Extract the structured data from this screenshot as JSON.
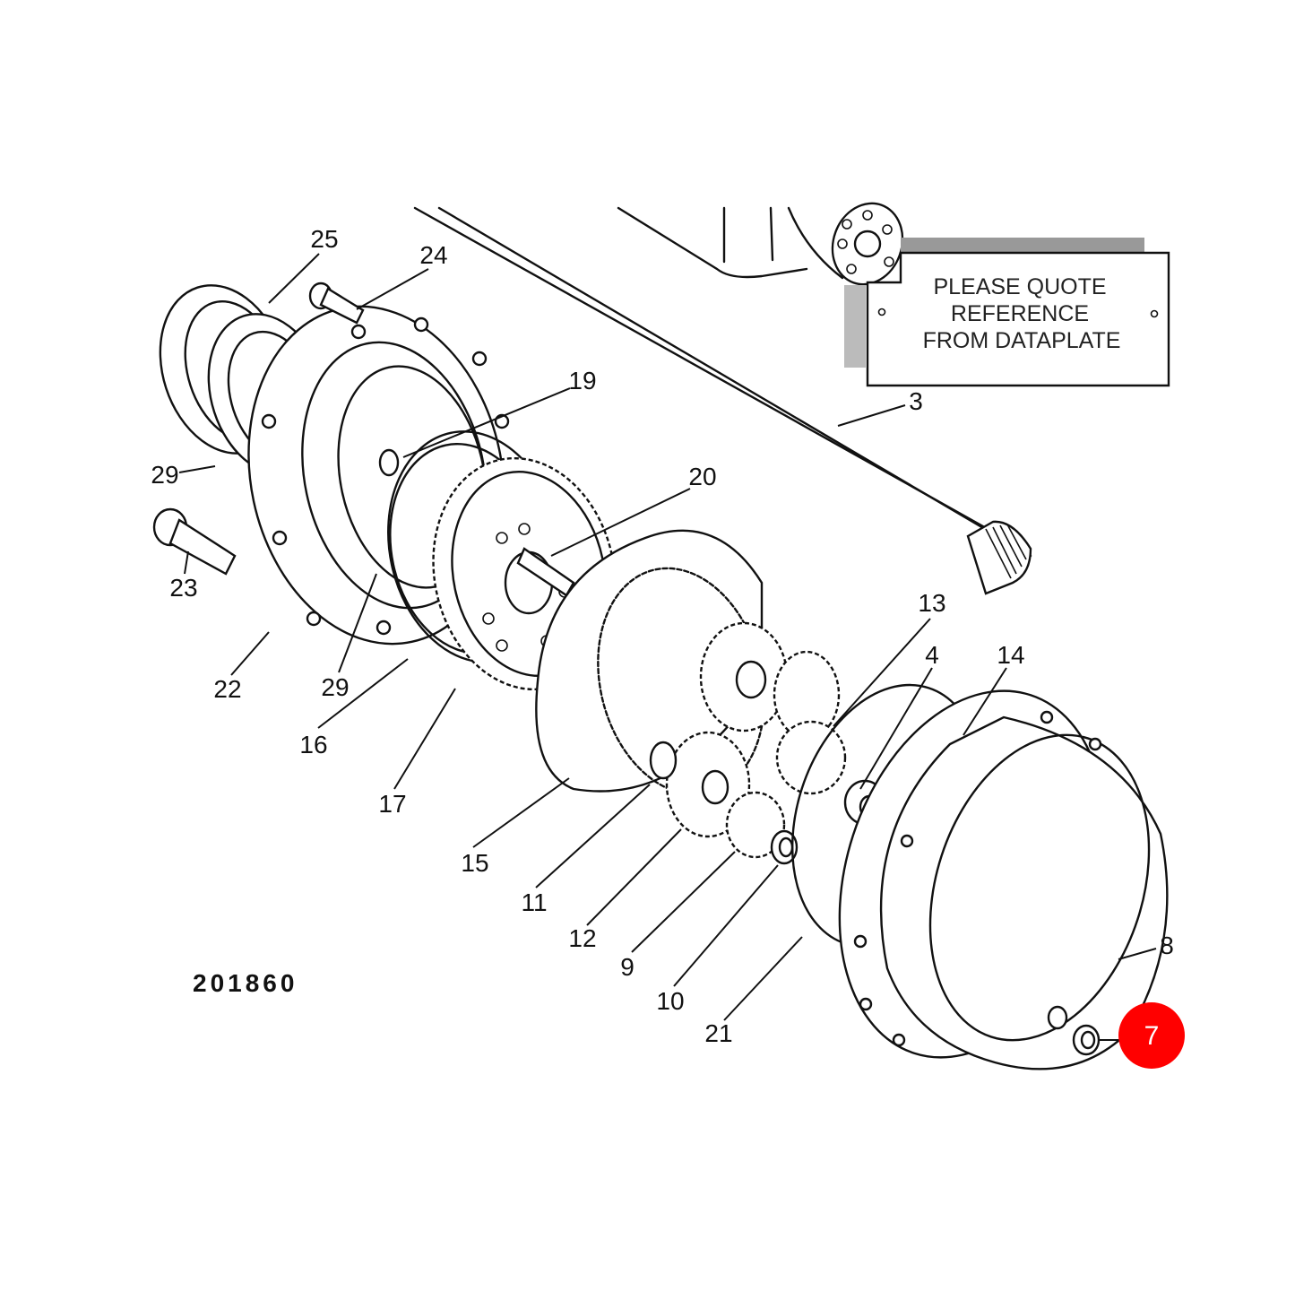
{
  "dataplate": {
    "line1": "PLEASE QUOTE",
    "line2": "REFERENCE",
    "line3": "FROM DATAPLATE"
  },
  "drawing_number": "201860",
  "highlight": {
    "label": "7",
    "color": "#ff0000"
  },
  "callouts": {
    "c25": "25",
    "c24": "24",
    "c19": "19",
    "c3": "3",
    "c29a": "29",
    "c23": "23",
    "c20": "20",
    "c22": "22",
    "c29b": "29",
    "c16": "16",
    "c17": "17",
    "c13": "13",
    "c4": "4",
    "c14": "14",
    "c15": "15",
    "c11": "11",
    "c12": "12",
    "c9": "9",
    "c10": "10",
    "c21": "21",
    "c8": "8"
  }
}
